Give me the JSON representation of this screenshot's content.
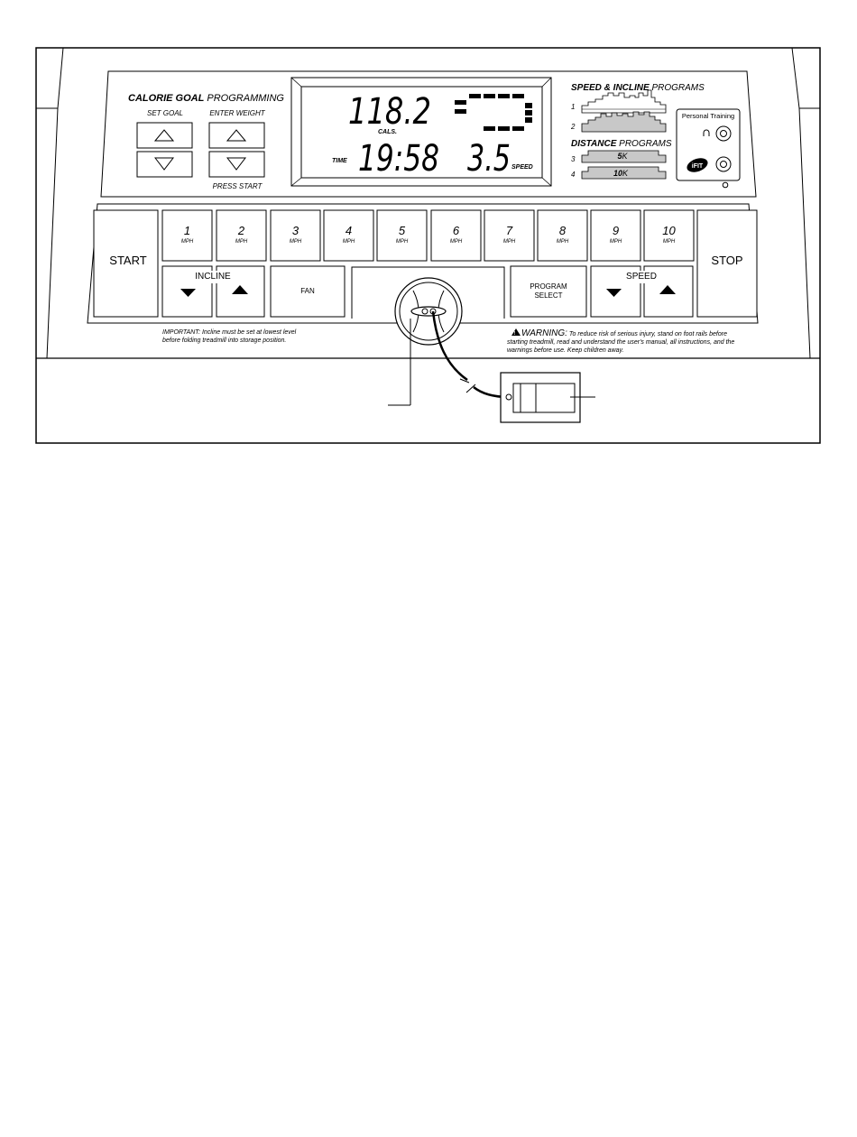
{
  "calorie": {
    "title_bold": "CALORIE GOAL",
    "title_rest": " PROGRAMMING",
    "set_goal": "SET GOAL",
    "enter_weight": "ENTER WEIGHT",
    "press_start": "PRESS START"
  },
  "display": {
    "cals_value": "118.2",
    "cals_label": "CALS.",
    "time_label": "TIME",
    "time_value": "19:58",
    "speed_value": "3.5",
    "speed_label": "SPEED"
  },
  "programs": {
    "speed_incline_bold": "SPEED & INCLINE",
    "speed_incline_rest": " PROGRAMS",
    "num1": "1",
    "num2": "2",
    "distance_bold": "DISTANCE",
    "distance_rest": " PROGRAMS",
    "num3": "3",
    "num4": "4",
    "bar3_bold": "5",
    "bar3_rest": "K",
    "bar4_bold": "10",
    "bar4_rest": "K"
  },
  "personal_training": {
    "title": "Personal Training",
    "logo": "iFIT"
  },
  "buttons": {
    "start": "START",
    "stop": "STOP",
    "fan": "FAN",
    "incline": "INCLINE",
    "speed": "SPEED",
    "program_line1": "PROGRAM",
    "program_line2": "SELECT",
    "mph_unit": "MPH",
    "mph": [
      "1",
      "2",
      "3",
      "4",
      "5",
      "6",
      "7",
      "8",
      "9",
      "10"
    ]
  },
  "notes": {
    "important_line1": "IMPORTANT: Incline must be set at lowest level",
    "important_line2": "before folding treadmill into storage position.",
    "warning_head": "WARNING:",
    "warning_line1": " To reduce risk of serious injury, stand on foot rails before",
    "warning_line2": "starting treadmill, read and understand the user's manual, all instructions, and the",
    "warning_line3": "warnings before use. Keep children away."
  }
}
